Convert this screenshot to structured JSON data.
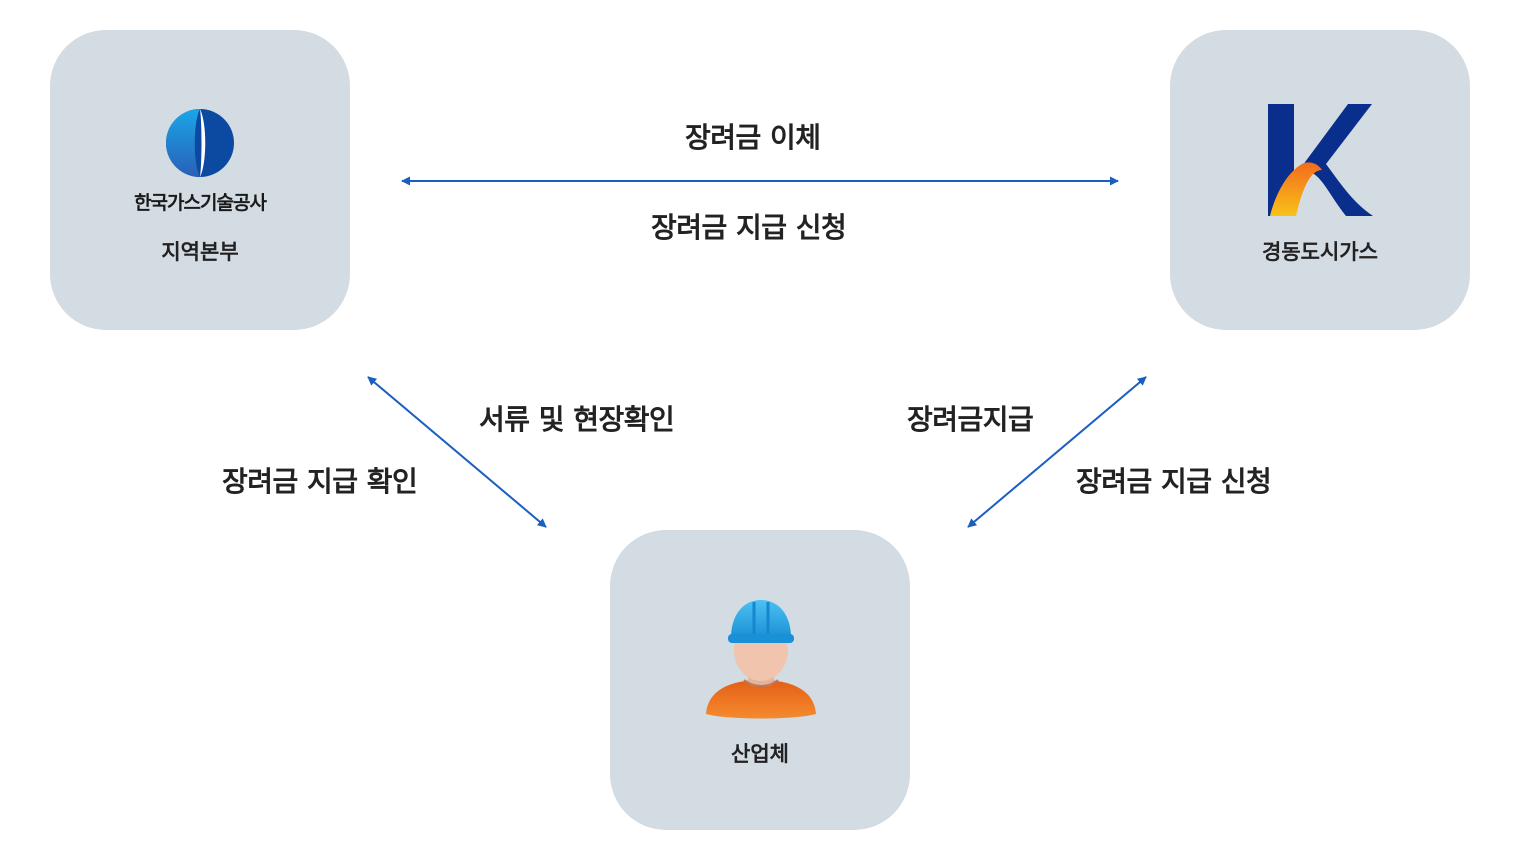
{
  "nodes": {
    "kgs": {
      "logo_text": "한국가스기술공사",
      "label": "지역본부"
    },
    "gas": {
      "label": "경동도시가스"
    },
    "industry": {
      "label": "산업체"
    }
  },
  "flows": {
    "top_upper": "장려금 이체",
    "top_lower": "장려금 지급 신청",
    "left_inner": "서류 및 현장확인",
    "left_outer": "장려금 지급 확인",
    "right_inner": "장려금지급",
    "right_outer": "장려금 지급 신청"
  },
  "colors": {
    "node_bg": "#d3dbe3",
    "arrow": "#1a5fc0",
    "kgs_blue": "#0b4aa0",
    "kyungdong_navy": "#0a2e8c",
    "kyungdong_orange": "#f57e1c",
    "helmet": "#2aa8e6",
    "shirt": "#ef7322"
  }
}
